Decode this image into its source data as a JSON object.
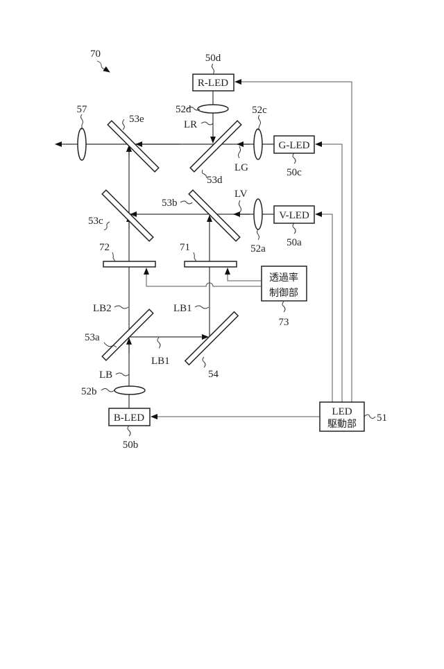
{
  "figure": {
    "ref": "70",
    "leds": {
      "r": "R-LED",
      "g": "G-LED",
      "v": "V-LED",
      "b": "B-LED"
    },
    "led_refs": {
      "r": "50d",
      "g": "50c",
      "v": "50a",
      "b": "50b"
    },
    "lens_refs": {
      "out": "57",
      "r": "52d",
      "g": "52c",
      "v": "52a",
      "b": "52b"
    },
    "mirror_refs": {
      "e": "53e",
      "d": "53d",
      "c": "53c",
      "b": "53b",
      "a": "53a",
      "m54": "54"
    },
    "light_labels": {
      "lr": "LR",
      "lg": "LG",
      "lv": "LV",
      "lb": "LB",
      "lb1_v": "LB1",
      "lb1_h": "LB1",
      "lb2": "LB2"
    },
    "filters": {
      "f72": "72",
      "f71": "71"
    },
    "transmittance_controller": {
      "line1": "透過率",
      "line2": "制御部",
      "ref": "73"
    },
    "led_driver": {
      "line1": "LED",
      "line2": "駆動部",
      "ref": "51"
    }
  }
}
